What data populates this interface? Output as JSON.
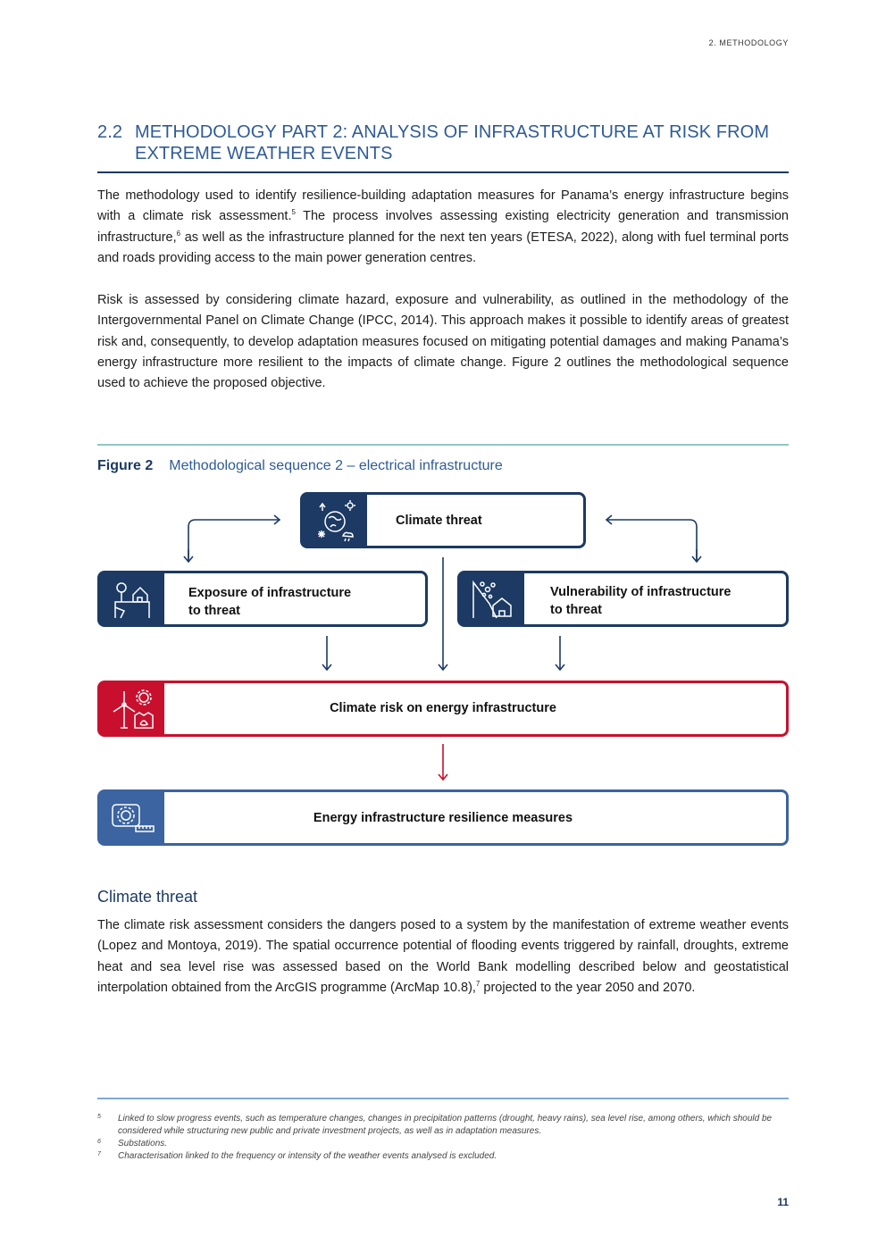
{
  "header": {
    "running_head": "2. METHODOLOGY"
  },
  "section": {
    "number": "2.2",
    "title_line1": "METHODOLOGY PART 2: ANALYSIS OF INFRASTRUCTURE AT RISK FROM",
    "title_line2": "EXTREME WEATHER EVENTS"
  },
  "paragraphs": {
    "p1_a": "The methodology used to identify resilience-building adaptation measures for Panama’s energy infrastructure begins with a climate risk assessment.",
    "p1_sup1": "5",
    "p1_b": " The process involves assessing existing electricity generation and transmission infrastructure,",
    "p1_sup2": "6",
    "p1_c": " as well as the infrastructure planned for the next ten years (ETESA, 2022), along with fuel terminal ports and roads providing access to the main power generation centres.",
    "p2": "Risk is assessed by considering climate hazard, exposure and vulnerability, as outlined in the methodology of the Intergovernmental Panel on Climate Change (IPCC, 2014). This approach makes it possible to identify areas of greatest risk and, consequently, to develop adaptation measures focused on mitigating potential damages and making Panama’s energy infrastructure more resilient to the impacts of climate change. Figure 2 outlines the methodological sequence used to achieve the proposed objective."
  },
  "figure": {
    "label": "Figure 2",
    "caption": "Methodological sequence 2 – electrical infrastructure",
    "boxes": {
      "climate_threat": "Climate threat",
      "exposure_l1": "Exposure of infrastructure",
      "exposure_l2": "to threat",
      "vulnerability_l1": "Vulnerability of infrastructure",
      "vulnerability_l2": "to threat",
      "climate_risk": "Climate risk on energy infrastructure",
      "resilience": "Energy infrastructure resilience measures"
    },
    "colors": {
      "navy": "#1c3a63",
      "red": "#c8102e",
      "blue": "#3b64a0"
    },
    "icons": [
      "climate-globe-icon",
      "house-flood-icon",
      "house-landslide-icon",
      "wind-turbine-gear-icon",
      "gear-ruler-icon"
    ]
  },
  "climate_section": {
    "heading": "Climate threat",
    "text_a": "The climate risk assessment considers the dangers posed to a system by the manifestation of extreme weather events (Lopez and Montoya, 2019). The spatial occurrence potential of flooding events triggered by rainfall, droughts, extreme heat and sea level rise was assessed based on the World Bank modelling described below and geostatistical interpolation obtained from the ArcGIS programme (ArcMap 10.8),",
    "sup": "7",
    "text_b": " projected to the year 2050 and 2070."
  },
  "footnotes": [
    {
      "num": "5",
      "text": "Linked to slow progress events, such as temperature changes, changes in precipitation patterns (drought, heavy rains), sea level rise, among others, which should be considered while structuring new public and private investment projects, as well as in adaptation measures."
    },
    {
      "num": "6",
      "text": "Substations."
    },
    {
      "num": "7",
      "text": "Characterisation linked to the frequency or intensity of the weather events analysed is excluded."
    }
  ],
  "page_number": "11"
}
